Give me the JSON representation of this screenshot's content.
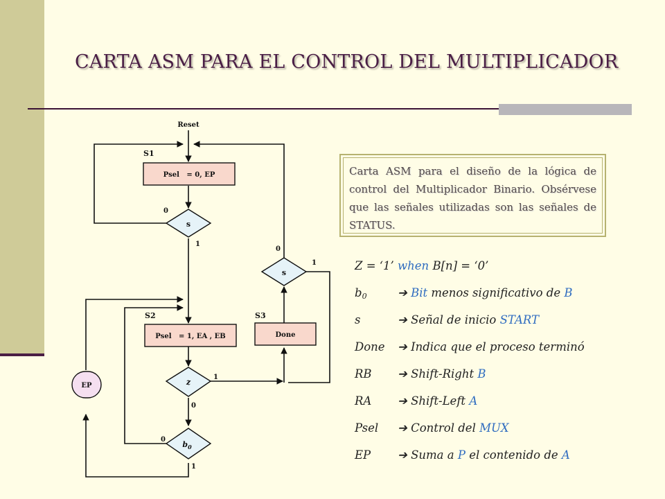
{
  "title": "CARTA ASM PARA EL CONTROL DEL MULTIPLICADOR",
  "note": "Carta ASM para el diseño de la lógica de control del Multiplicador Binario. Obsérvese que las señales utilizadas son las señales de STATUS.",
  "diagram": {
    "reset": "Reset",
    "states": [
      {
        "name": "S1",
        "output": "Psel   = 0, EP"
      },
      {
        "name": "S2",
        "output": "Psel   = 1, EA , EB"
      },
      {
        "name": "S3",
        "output": "Done"
      }
    ],
    "decisions": {
      "s1": {
        "label": "s",
        "zero": "0",
        "one": "1"
      },
      "z": {
        "label": "z",
        "zero": "0",
        "one": "1"
      },
      "b0": {
        "label": "b",
        "sub": "0",
        "zero": "0",
        "one": "1"
      },
      "s3": {
        "label": "s",
        "zero": "0",
        "one": "1"
      }
    },
    "ep": "EP"
  },
  "legend": {
    "z": {
      "sym": "Z = ‘1’",
      "kw": "when",
      "rest": "B[n] = ‘0’"
    },
    "b0": {
      "sym": "b",
      "sub": "0",
      "arrow": "➔",
      "kw": "Bit",
      "mid": "menos significativo de",
      "end": "B"
    },
    "s": {
      "sym": "s",
      "arrow": "➔",
      "desc": "Señal de inicio",
      "kw": "START"
    },
    "done": {
      "sym": "Done",
      "arrow": "➔",
      "desc": "Indica que el proceso terminó"
    },
    "rb": {
      "sym": "RB",
      "arrow": "➔",
      "desc": "Shift-Right",
      "kw": "B"
    },
    "ra": {
      "sym": "RA",
      "arrow": "➔",
      "desc": "Shift-Left",
      "kw": "A"
    },
    "psel": {
      "sym": "Psel",
      "arrow": "➔",
      "desc": "Control del",
      "kw": "MUX"
    },
    "ep": {
      "sym": "EP",
      "arrow": "➔",
      "pre": "Suma a",
      "kw1": "P",
      "mid": "el contenido de",
      "kw2": "A"
    }
  },
  "colors": {
    "title": "#4a1e45",
    "accent_blue": "#2f6cc0",
    "state_fill": "#f9d8cc",
    "decision_fill": "#e6f3f8",
    "ep_fill": "#f5dff0"
  }
}
